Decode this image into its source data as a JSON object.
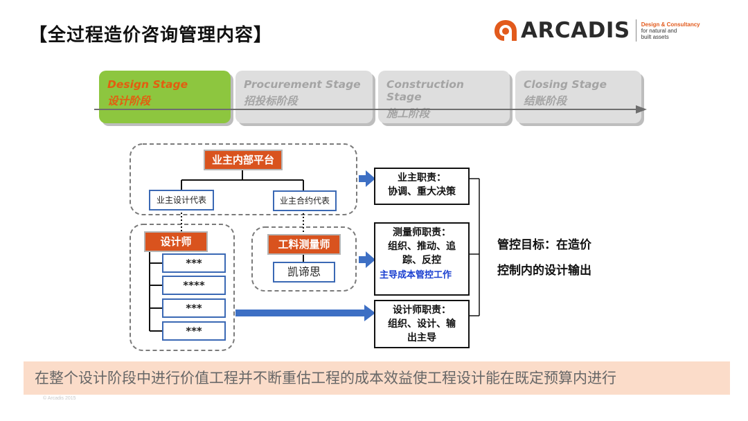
{
  "title": "【全过程造价咨询管理内容】",
  "logo": {
    "name": "ARCADIS",
    "tagline_line1": "Design & Consultancy",
    "tagline_line2": "for natural and",
    "tagline_line3": "built assets",
    "brand_color": "#e25a1c"
  },
  "stages": [
    {
      "en": "Design Stage",
      "zh": "设计阶段",
      "active": true
    },
    {
      "en": "Procurement Stage",
      "zh": "招投标阶段",
      "active": false
    },
    {
      "en": "Construction Stage",
      "zh": "施工阶段",
      "active": false
    },
    {
      "en": "Closing Stage",
      "zh": "结账阶段",
      "active": false
    }
  ],
  "org": {
    "owner_platform": "业主内部平台",
    "owner_design_rep": "业主设计代表",
    "owner_contract_rep": "业主合约代表",
    "designer": "设计师",
    "designer_items": [
      "***",
      "****",
      "***",
      "***"
    ],
    "qs": "工料测量师",
    "qs_firm": "凯谛思"
  },
  "responsibilities": {
    "owner": {
      "title": "业主职责：",
      "body": "协调、重大决策"
    },
    "qs": {
      "title": "测量师职责：",
      "body_line1": "组织、推动、追",
      "body_line2": "踪、反控",
      "highlight": "主导成本管控工作"
    },
    "designer": {
      "title": "设计师职责：",
      "body_line1": "组织、设计、输",
      "body_line2": "出主导"
    }
  },
  "goal": {
    "line1": "管控目标：在造价",
    "line2": "控制内的设计输出"
  },
  "banner": "在整个设计阶段中进行价值工程并不断重估工程的成本效益使工程设计能在既定预算内进行",
  "copyright": "© Arcadis 2015"
}
